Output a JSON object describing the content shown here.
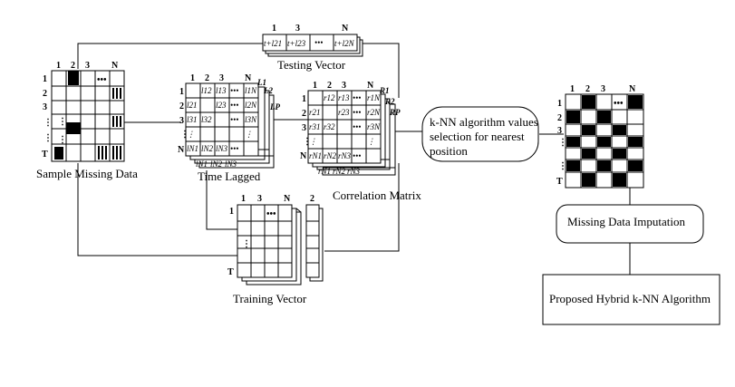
{
  "sample_missing": {
    "label": "Sample Missing Data",
    "col_headers": [
      "1",
      "2",
      "3",
      "N"
    ],
    "row_headers": [
      "1",
      "2",
      "3",
      "⋮",
      "⋮",
      "T"
    ],
    "ellipsis": "•••",
    "vdots": "⋮"
  },
  "testing_vector": {
    "label": "Testing Vector",
    "col_headers": [
      "1",
      "3",
      "N"
    ],
    "cells": [
      "t+l21",
      "t+l23",
      "•••",
      "t+l2N"
    ]
  },
  "time_lagged": {
    "label": "Time Lagged",
    "col_headers": [
      "1",
      "2",
      "3",
      "N"
    ],
    "row_headers": [
      "1",
      "2",
      "3",
      "⋮",
      "N"
    ],
    "side_labels": [
      "L1",
      "L2",
      "LP"
    ],
    "rows": [
      [
        "",
        "l12",
        "l13",
        "•••",
        "l1N"
      ],
      [
        "l21",
        "",
        "l23",
        "•••",
        "l2N"
      ],
      [
        "l31",
        "l32",
        "",
        "•••",
        "l3N"
      ],
      [
        "⋮",
        "",
        "",
        "",
        "⋮"
      ],
      [
        "lN1",
        "lN2",
        "lN3",
        "•••",
        ""
      ]
    ],
    "extra_row": [
      "lN1",
      "lN2",
      "lN3"
    ]
  },
  "correlation": {
    "label": "Correlation Matrix",
    "col_headers": [
      "1",
      "2",
      "3",
      "N"
    ],
    "row_headers": [
      "1",
      "2",
      "3",
      "⋮",
      "N"
    ],
    "side_labels": [
      "R1",
      "R2",
      "RP"
    ],
    "rows": [
      [
        "",
        "r12",
        "r13",
        "•••",
        "r1N"
      ],
      [
        "r21",
        "",
        "r23",
        "•••",
        "r2N"
      ],
      [
        "r31",
        "r32",
        "",
        "•••",
        "r3N"
      ],
      [
        "⋮",
        "",
        "",
        "",
        "⋮"
      ],
      [
        "rN1",
        "rN2",
        "rN3",
        "•••",
        ""
      ]
    ],
    "extra_row": [
      "rN1",
      "rN2",
      "rN3"
    ]
  },
  "training_vector": {
    "label": "Training Vector",
    "col_headers": [
      "1",
      "3",
      "N",
      "2"
    ],
    "row_headers": [
      "1",
      "⋮",
      "T"
    ],
    "ellipsis": "•••"
  },
  "knn_box": {
    "lines": [
      "k-NN algorithm values",
      "selection for nearest",
      "position"
    ]
  },
  "imputed": {
    "col_headers": [
      "1",
      "2",
      "3",
      "N"
    ],
    "row_headers": [
      "1",
      "2",
      "3",
      "⋮",
      "⋮",
      "T"
    ],
    "ellipsis": "•••",
    "vdots": "⋮"
  },
  "imputation_box": {
    "label": "Missing Data Imputation"
  },
  "proposed_box": {
    "label": "Proposed Hybrid k-NN Algorithm"
  }
}
